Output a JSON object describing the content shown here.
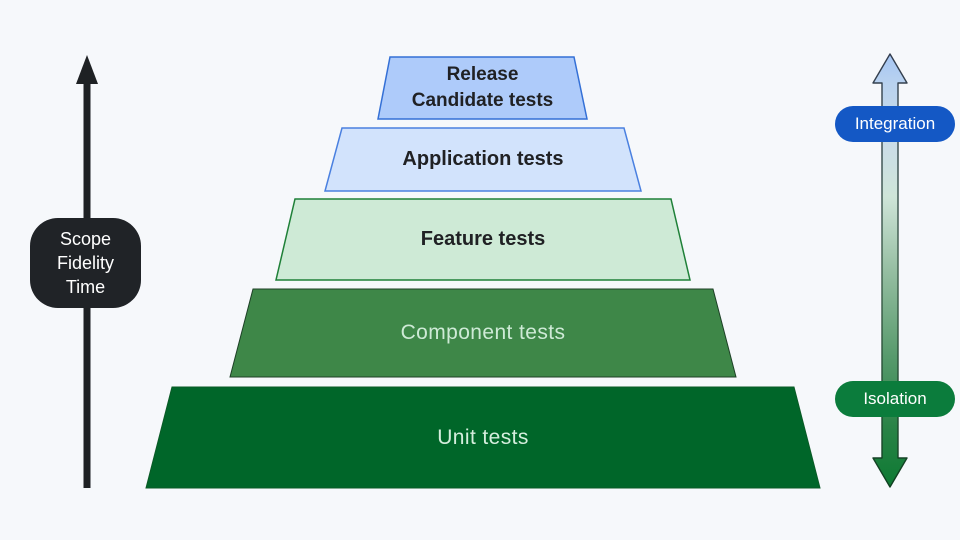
{
  "background": "#f6f8fb",
  "left_axis": {
    "pill_lines": [
      "Scope",
      "Fidelity",
      "Time"
    ],
    "pill_color": "#202327",
    "arrow_color": "#1e2124",
    "text_color": "#ffffff"
  },
  "pyramid": {
    "levels": [
      {
        "label": "Release Candidate tests",
        "line1": "Release",
        "line2": "Candidate tests",
        "fill": "#aecbfa",
        "border": "#3470d6",
        "text_color": "#202124"
      },
      {
        "label": "Application tests",
        "fill": "#d2e3fc",
        "border": "#4a80e0",
        "text_color": "#202124"
      },
      {
        "label": "Feature tests",
        "fill": "#ceead6",
        "border": "#1f8038",
        "text_color": "#202124"
      },
      {
        "label": "Component tests",
        "fill": "#3e8748",
        "border": "#1d4026",
        "text_color": "#ceead6"
      },
      {
        "label": "Unit tests",
        "fill": "#006629",
        "border": "#0a5a26",
        "text_color": "#d5eedd"
      }
    ]
  },
  "right_axis": {
    "top_label": "Integration",
    "bottom_label": "Isolation",
    "top_pill_color": "#1458c5",
    "bottom_pill_color": "#0b7c3c",
    "text_color": "#ffffff",
    "gradient_top": "#a6c6f4",
    "gradient_bottom": "#0d7a33"
  }
}
